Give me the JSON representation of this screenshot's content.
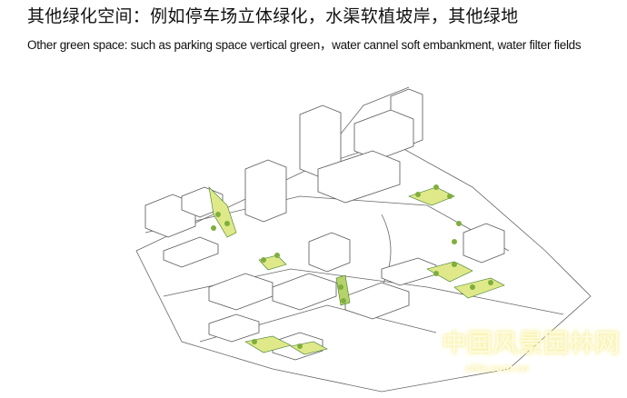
{
  "title": "其他绿化空间：例如停车场立体绿化，水渠软植坡岸，其他绿地",
  "subtitle": "Other green space: such as parking space vertical green，water cannel soft embankment, water filter fields",
  "watermark": {
    "logo_text": "中国风景园林网",
    "url_text": "chla.com.cn"
  },
  "colors": {
    "line": "#555555",
    "green": "#7fae3c",
    "yellow_green": "#dfe98a",
    "dark_green": "#3f7a2a"
  }
}
